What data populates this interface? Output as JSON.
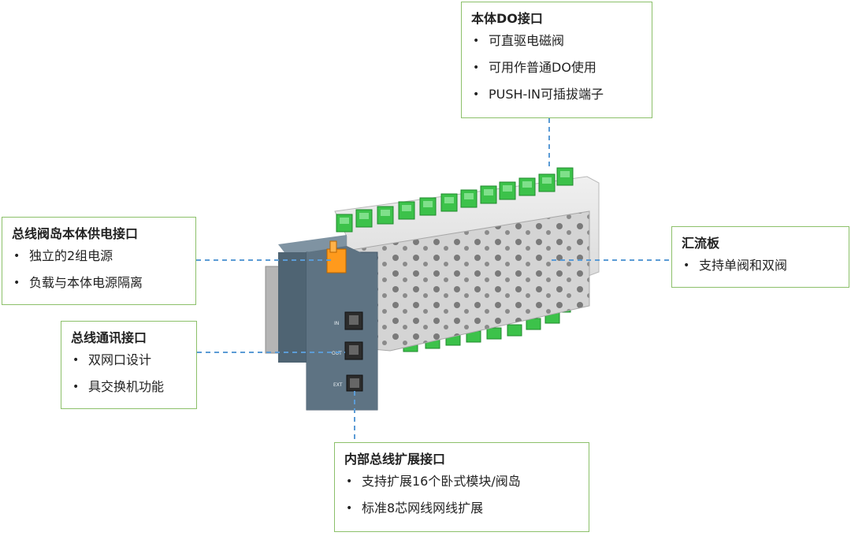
{
  "callouts": {
    "do_interface": {
      "title": "本体DO接口",
      "items": [
        "可直驱电磁阀",
        "可用作普通DO使用",
        "PUSH-IN可插拔端子"
      ]
    },
    "power_interface": {
      "title": "总线阀岛本体供电接口",
      "items": [
        "独立的2组电源",
        "负载与本体电源隔离"
      ]
    },
    "comm_interface": {
      "title": "总线通讯接口",
      "items": [
        "双网口设计",
        "具交换机功能"
      ]
    },
    "busbar": {
      "title": "汇流板",
      "items": [
        "支持单阀和双阀"
      ]
    },
    "internal_bus": {
      "title": "内部总线扩展接口",
      "items": [
        "支持扩展16个卧式模块/阀岛",
        "标准8芯网线网线扩展"
      ]
    }
  },
  "device": {
    "port_labels": [
      "IN",
      "OUT",
      "EXT"
    ]
  },
  "colors": {
    "border": "#8cc06a",
    "connector": "#5b9bd5",
    "terminal": "#3cc24a",
    "module": "#5e7383"
  }
}
